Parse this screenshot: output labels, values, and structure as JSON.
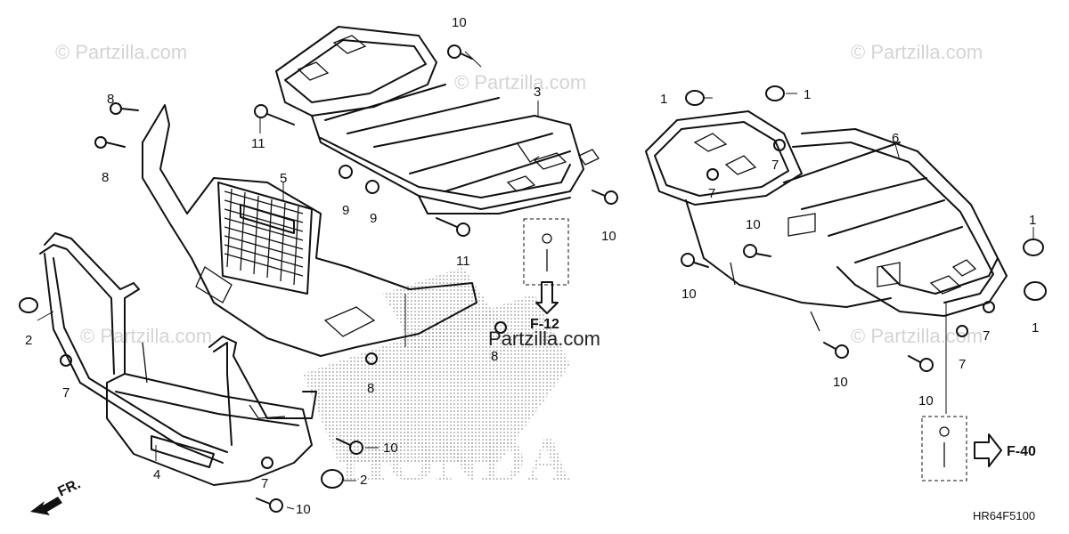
{
  "watermarks": {
    "top_left": "© Partzilla.com",
    "top_center": "© Partzilla.com",
    "top_right": "© Partzilla.com",
    "mid_left": "© Partzilla.com",
    "mid_right": "© Partzilla.com",
    "center_overlay": "Partzilla.com"
  },
  "brand_background": "HONDA",
  "front_direction_label": "FR.",
  "references": {
    "left": "F-12",
    "right": "F-40"
  },
  "diagram_code": "HR64F5100",
  "callouts": {
    "c10_top": "10",
    "c8_a": "8",
    "c8_b": "8",
    "c3": "3",
    "c11_a": "11",
    "c5": "5",
    "c9_a": "9",
    "c9_b": "9",
    "c10_mid": "10",
    "c11_b": "11",
    "c2_left": "2",
    "c7_left": "7",
    "c4": "4",
    "c7_bottom": "7",
    "c10_low": "10",
    "c2_bottom": "2",
    "c10_bottom": "10",
    "c8_c": "8",
    "c8_d": "8",
    "c1_tl": "1",
    "c1_tr": "1",
    "c6": "6",
    "c7_r1": "7",
    "c7_r2": "7",
    "c10_r1": "10",
    "c10_r2": "10",
    "c1_r": "1",
    "c1_rb": "1",
    "c7_r3": "7",
    "c7_r4": "7",
    "c10_r3": "10",
    "c10_r4": "10"
  }
}
